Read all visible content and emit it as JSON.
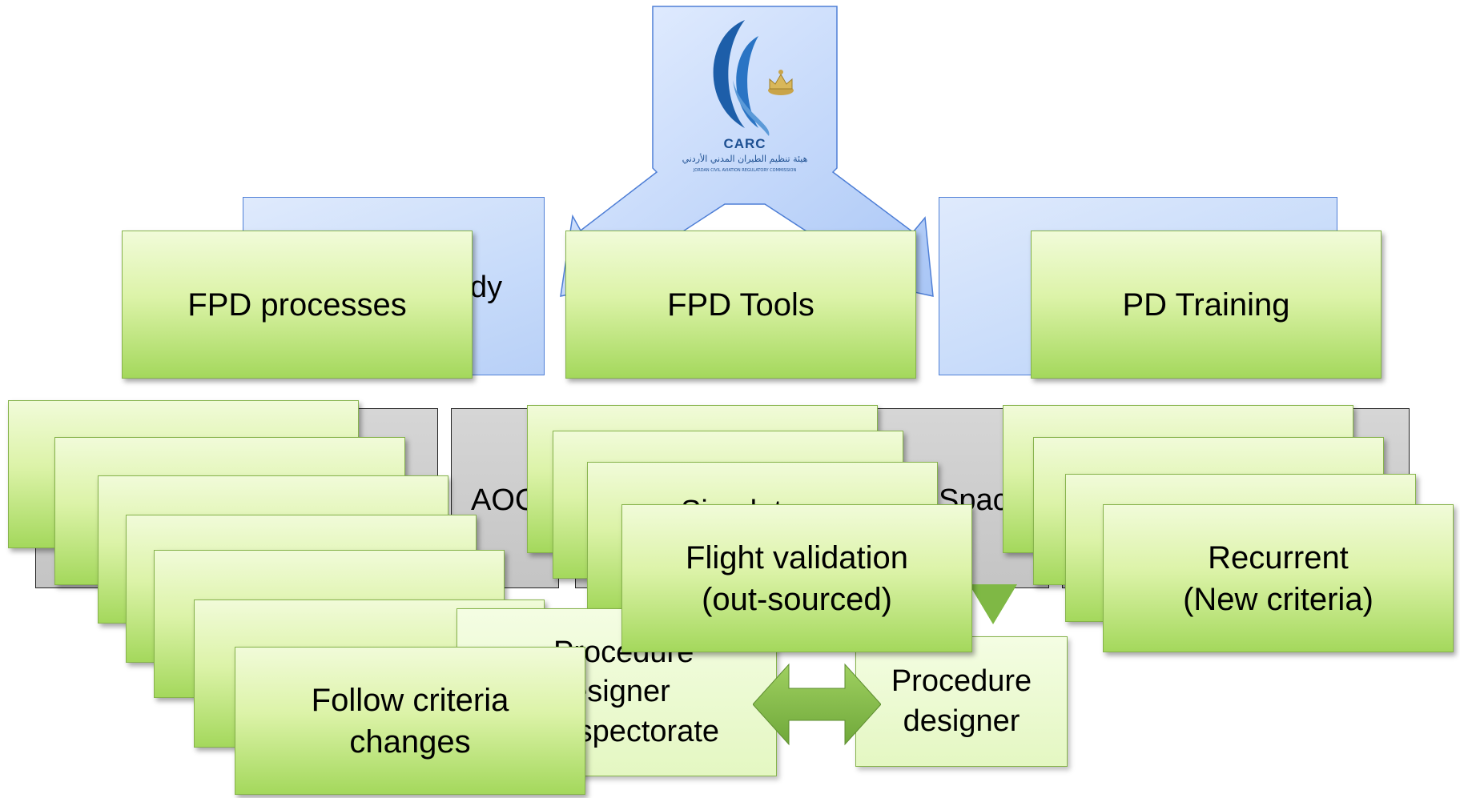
{
  "logo": {
    "name": "CARC",
    "arabic": "هيئة تنظيم الطيران المدني الأردني",
    "english": "JORDAN CIVIL AVIATION REGULATORY COMMISSION"
  },
  "level1": {
    "processes": "FPD processes",
    "tools": "FPD Tools",
    "training": "PD Training"
  },
  "hidden_fragments": {
    "study": "dy",
    "aoc": "AOC",
    "space": "Spac",
    "simulator": "Simulator"
  },
  "items": {
    "flight_validation": "Flight validation\n(out-sourced)",
    "recurrent": "Recurrent\n(New criteria)",
    "follow_criteria": "Follow criteria\nchanges",
    "procedure_designer_inspectorate": "Procedure\ndesigner\ninspectorate",
    "procedure_designer": "Procedure\ndesigner"
  },
  "colors": {
    "blue_fill": "#c7dbfa",
    "blue_border": "#4f7fd6",
    "green_fill": "#dcf3a8",
    "green_border": "#86b34b",
    "gray_fill": "#cccccc"
  }
}
